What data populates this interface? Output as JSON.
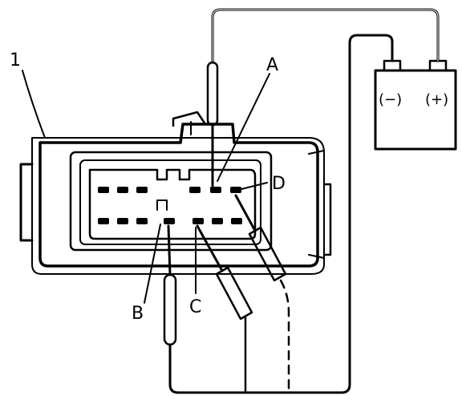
{
  "labels": {
    "component": "1",
    "terminal_a": "A",
    "terminal_b": "B",
    "terminal_c": "C",
    "terminal_d": "D"
  },
  "battery": {
    "negative": "(−)",
    "positive": "(+)"
  },
  "colors": {
    "ink": "#000000",
    "paper": "#ffffff"
  }
}
